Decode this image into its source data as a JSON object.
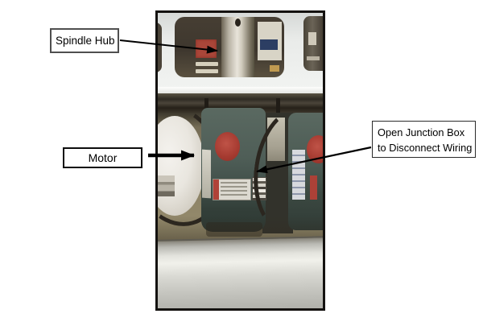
{
  "figure": {
    "kind": "annotated-equipment-photo"
  },
  "callouts": {
    "spindle_hub": {
      "label": "Spindle Hub"
    },
    "motor": {
      "label": "Motor"
    },
    "junction": {
      "line1": "Open Junction Box",
      "line2": "to Disconnect Wiring"
    }
  },
  "colors": {
    "photo_border": "#141210",
    "panel_white": "#e9ebe9",
    "opening_dark": "#3e372e",
    "spindle_metal": "#e8e4da",
    "spindle_label_red": "#aa4639",
    "cable_dark": "#2e2a22",
    "floor_olive": "#8a8166",
    "motor_teal": "#4f5e57",
    "motor_logo_red": "#a53a30",
    "drum_white": "#eeece7",
    "base_rail_gray": "#d9d9d3",
    "callout_background": "#ffffff",
    "callout_text": "#000000"
  }
}
